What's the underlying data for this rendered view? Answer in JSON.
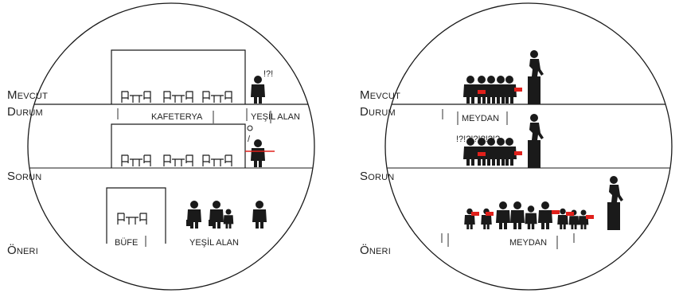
{
  "left_panel": {
    "row_labels": {
      "current": "Mevcut",
      "current_2": "Durum",
      "problem": "Sorun",
      "proposal": "Öneri"
    },
    "places": {
      "cafeteria": "KAFETERYA",
      "green_area": "YEŞİL ALAN",
      "buffet": "BÜFE",
      "green_area_proposal": "YEŞİL ALAN"
    },
    "marks": {
      "question": "!?!"
    }
  },
  "right_panel": {
    "row_labels": {
      "current": "Mevcut",
      "current_2": "Durum",
      "problem": "Sorun",
      "proposal": "Öneri"
    },
    "places": {
      "square": "MEYDAN",
      "square_proposal": "MEYDAN"
    },
    "marks": {
      "question": "!?!?!?!?!?!?"
    }
  },
  "colors": {
    "line": "#1a1a1a",
    "accent": "#e0201b",
    "bg": "#ffffff"
  }
}
